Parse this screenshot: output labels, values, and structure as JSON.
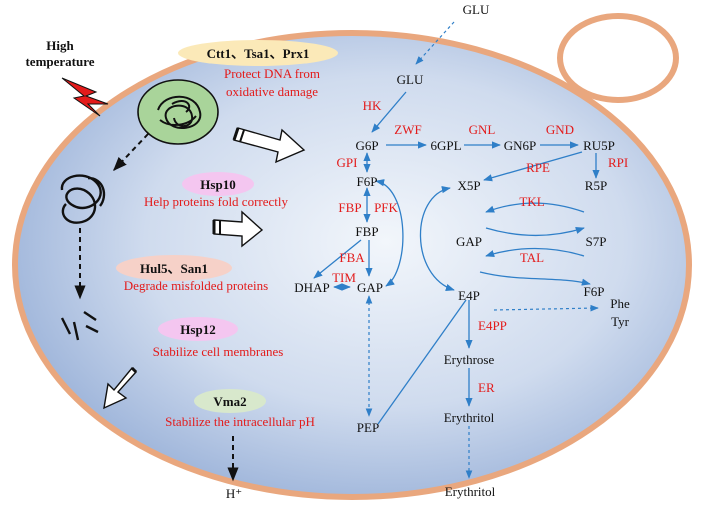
{
  "title": {
    "line1": "High",
    "line2": "temperature"
  },
  "proteins": {
    "ctt": {
      "name": "Ctt1、Tsa1、Prx1",
      "desc1": "Protect DNA from",
      "desc2": "oxidative damage"
    },
    "hsp10": {
      "name": "Hsp10",
      "desc": "Help proteins fold correctly"
    },
    "hul5": {
      "name": "Hul5、San1",
      "desc": "Degrade misfolded proteins"
    },
    "hsp12": {
      "name": "Hsp12",
      "desc": "Stabilize cell membranes"
    },
    "vma2": {
      "name": "Vma2",
      "desc": "Stabilize the intracellular pH"
    }
  },
  "metabolites": {
    "glu_out": "GLU",
    "glu_in": "GLU",
    "g6p": "G6P",
    "pgl6": "6GPL",
    "gn6p": "GN6P",
    "ru5p": "RU5P",
    "f6p": "F6P",
    "x5p": "X5P",
    "r5p": "R5P",
    "fbp": "FBP",
    "gap_right": "GAP",
    "s7p": "S7P",
    "dhap": "DHAP",
    "gap": "GAP",
    "e4p": "E4P",
    "f6p_right": "F6P",
    "phe": "Phe",
    "tyr": "Tyr",
    "erythrose": "Erythrose",
    "erythritol_in": "Erythritol",
    "erythritol_out": "Erythritol",
    "pep": "PEP",
    "h_plus": "H⁺"
  },
  "enzymes": {
    "hk": "HK",
    "zwf": "ZWF",
    "gnl": "GNL",
    "gnd": "GND",
    "gpi": "GPI",
    "rpe": "RPE",
    "rpi": "RPI",
    "fbp": "FBP",
    "pfk": "PFK",
    "tkl": "TKL",
    "fba": "FBA",
    "tim": "TIM",
    "tal": "TAL",
    "e4pp": "E4PP",
    "er": "ER"
  },
  "colors": {
    "cell_fill": "#b7cbe6",
    "cell_border": "#e9a77e",
    "arrow": "#2f7fc8",
    "enzyme_text": "#e31b1b",
    "pill_yellow": "#fbe9b8",
    "pill_purple": "#f4c6f0",
    "pill_pink": "#f6d1c8",
    "pill_green": "#d8e8cc",
    "nucleus_fill": "#a9d49a",
    "lightning": "#e31b1b"
  }
}
